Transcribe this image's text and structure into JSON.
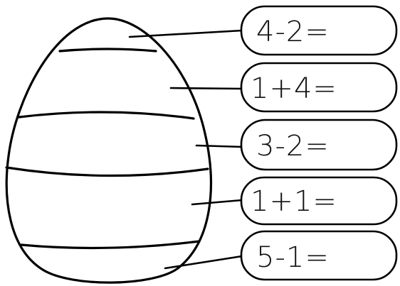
{
  "colors": {
    "ink": "#000000",
    "paper": "#ffffff"
  },
  "problems": [
    {
      "text": "4-2="
    },
    {
      "text": "1+4="
    },
    {
      "text": "3-2="
    },
    {
      "text": "1+1="
    },
    {
      "text": "5-1="
    }
  ]
}
